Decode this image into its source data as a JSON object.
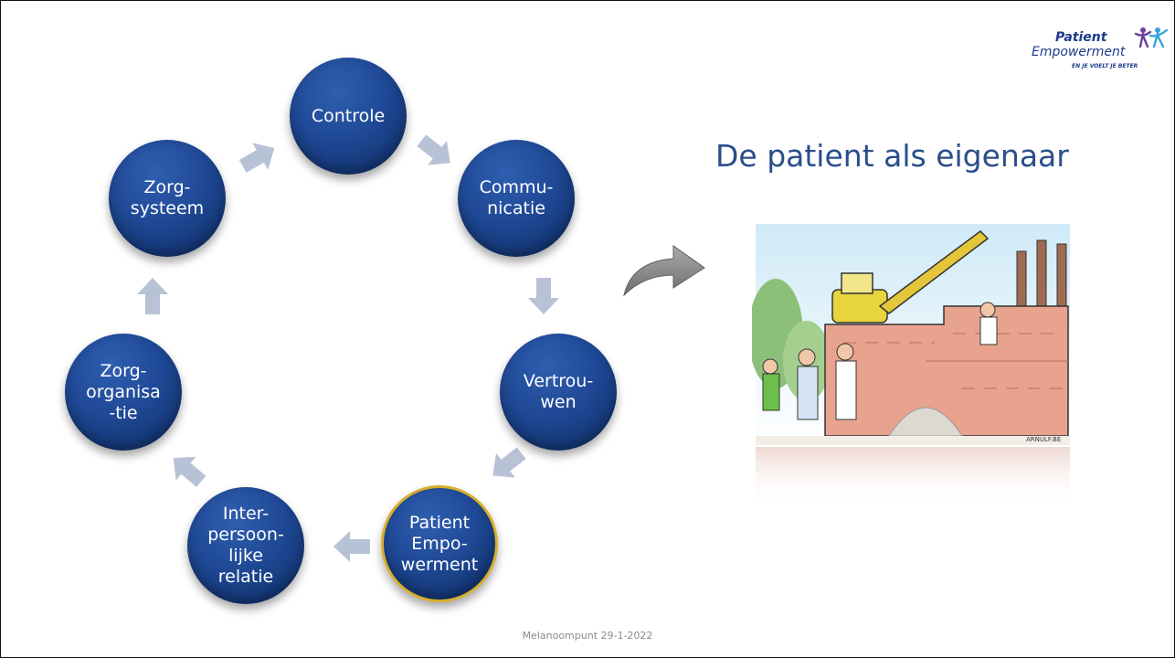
{
  "diagram": {
    "nodes": [
      {
        "id": "controle",
        "label": "Controle",
        "highlight": false
      },
      {
        "id": "communicatie",
        "label": "Commu-\nnicatie",
        "highlight": false
      },
      {
        "id": "vertrouwen",
        "label": "Vertrou-\nwen",
        "highlight": false
      },
      {
        "id": "patient-empowerment",
        "label": "Patient\nEmpo-\nwerment",
        "highlight": true
      },
      {
        "id": "interpersoonlijke-relatie",
        "label": "Inter-\npersoon-\nlijke\nrelatie",
        "highlight": false
      },
      {
        "id": "zorgorganisatie",
        "label": "Zorg-\norganisa\n-tie",
        "highlight": false
      },
      {
        "id": "zorgsysteem",
        "label": "Zorg-\nsysteem",
        "highlight": false
      }
    ]
  },
  "title": "De patient als eigenaar",
  "logo": {
    "line1": "Patient",
    "line2": "Empowerment",
    "tagline": "EN JE VOELT JE BETER"
  },
  "cartoon": {
    "signature": "ARNULF.BE"
  },
  "footer": "Melanoompunt 29-1-2022",
  "colors": {
    "node": "#1f4996",
    "highlight_border": "#d6ae2a",
    "title": "#2a4e8a",
    "arrow": "#b8c2d6"
  }
}
